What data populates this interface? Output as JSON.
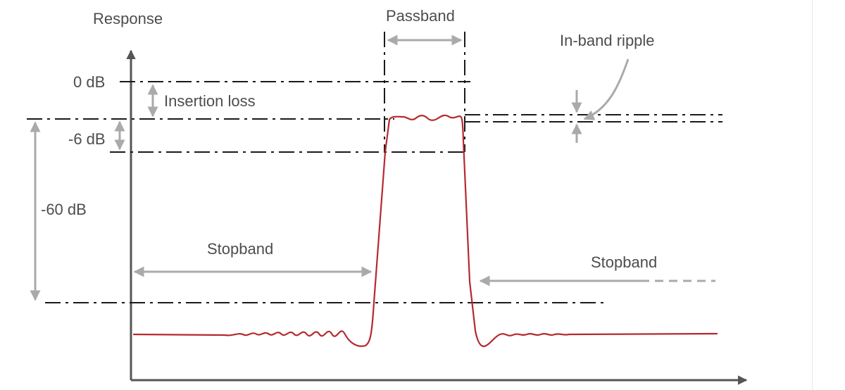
{
  "labels": {
    "response": "Response",
    "passband": "Passband",
    "in_band_ripple": "In-band ripple",
    "zero_db": "0 dB",
    "insertion_loss": "Insertion loss",
    "minus_6_db": "-6 dB",
    "minus_60_db": "-60 dB",
    "stopband_left": "Stopband",
    "stopband_right": "Stopband"
  },
  "colors": {
    "axis": "#555555",
    "guide_lines": "#1a1a1a",
    "annotation_arrows": "#aaaaaa",
    "response_curve": "#b5292e",
    "text": "#4d4d4d"
  }
}
